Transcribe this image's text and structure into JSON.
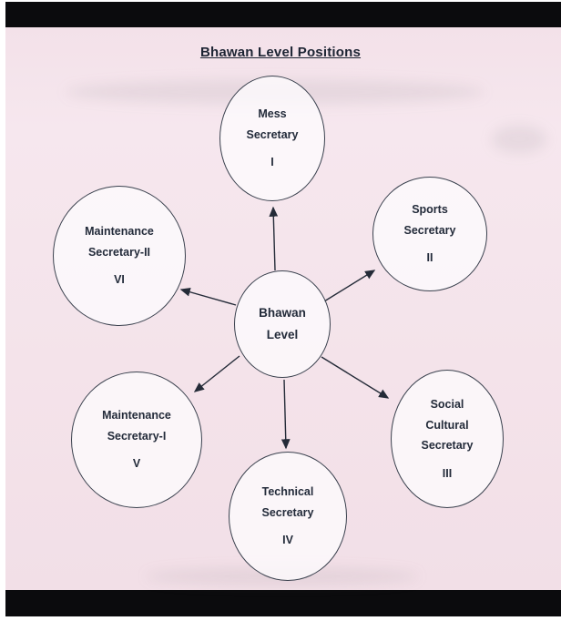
{
  "title": "Bhawan Level Positions",
  "center": {
    "lines": [
      "Bhawan",
      "Level"
    ]
  },
  "nodes": [
    {
      "id": "mess-secretary",
      "lines": [
        "Mess",
        "Secretary"
      ],
      "numeral": "I"
    },
    {
      "id": "sports-secretary",
      "lines": [
        "Sports",
        "Secretary"
      ],
      "numeral": "II"
    },
    {
      "id": "social-cultural-secretary",
      "lines": [
        "Social",
        "Cultural",
        "Secretary"
      ],
      "numeral": "III"
    },
    {
      "id": "technical-secretary",
      "lines": [
        "Technical",
        "Secretary"
      ],
      "numeral": "IV"
    },
    {
      "id": "maintenance-secretary-1",
      "lines": [
        "Maintenance",
        "Secretary-I"
      ],
      "numeral": "V"
    },
    {
      "id": "maintenance-secretary-2",
      "lines": [
        "Maintenance",
        "Secretary-II"
      ],
      "numeral": "VI"
    }
  ],
  "colors": {
    "paper": "#f4e3ea",
    "ink": "#232b3a",
    "scan_edge": "#0b0b0d"
  }
}
